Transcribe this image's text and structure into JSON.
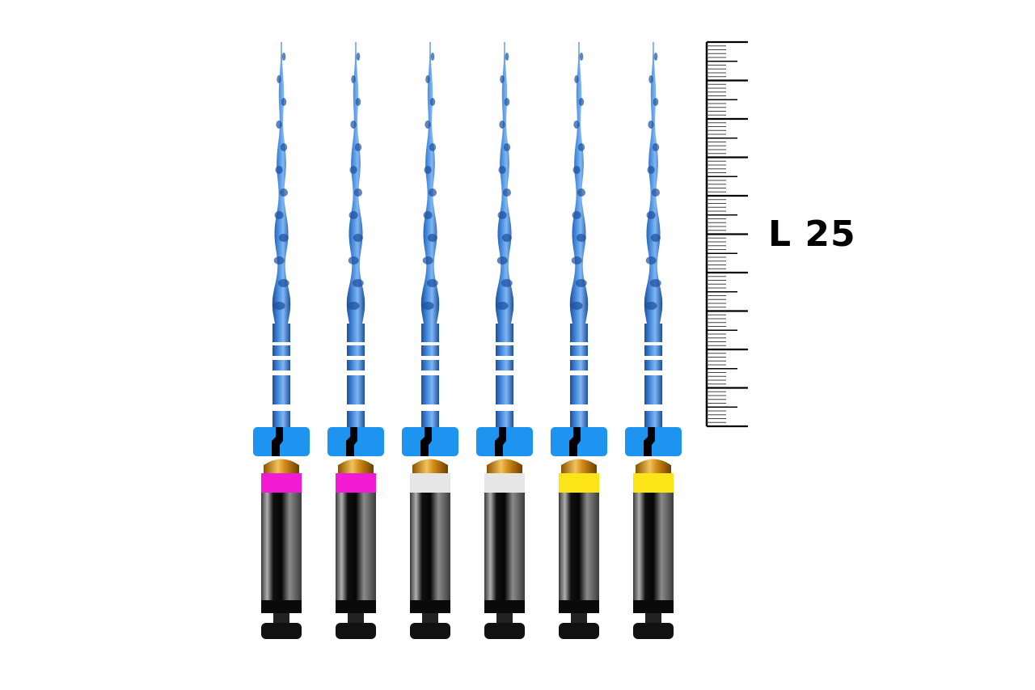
{
  "length_label": "L 25",
  "files": [
    {
      "band_color": "#f21ad2"
    },
    {
      "band_color": "#f21ad2"
    },
    {
      "band_color": "#e6e6e6"
    },
    {
      "band_color": "#e6e6e6"
    },
    {
      "band_color": "#fbe417"
    },
    {
      "band_color": "#fbe417"
    }
  ],
  "colors": {
    "blade": "#4a8fe0",
    "blade_dark": "#1d4f9c",
    "stop": "#1d95f0",
    "gold": "#d08a17",
    "handle": "#5c5c5c",
    "ruler": "#000000"
  },
  "ruler": {
    "major_divisions": 10,
    "minor_per_major": 10
  }
}
